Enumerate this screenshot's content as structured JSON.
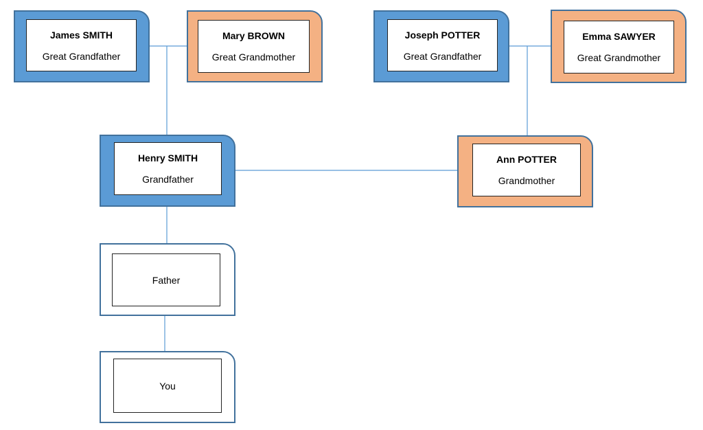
{
  "colors": {
    "male_fill": "#5b9bd5",
    "female_fill": "#f4b183",
    "border": "#41719c",
    "connector": "#5b9bd5"
  },
  "people": {
    "james_smith": {
      "name": "James SMITH",
      "role": "Great Grandfather"
    },
    "mary_brown": {
      "name": "Mary BROWN",
      "role": "Great Grandmother"
    },
    "joseph_potter": {
      "name": "Joseph POTTER",
      "role": "Great Grandfather"
    },
    "emma_sawyer": {
      "name": "Emma SAWYER",
      "role": "Great Grandmother"
    },
    "henry_smith": {
      "name": "Henry SMITH",
      "role": "Grandfather"
    },
    "ann_potter": {
      "name": "Ann POTTER",
      "role": "Grandmother"
    },
    "father": {
      "role": "Father"
    },
    "you": {
      "role": "You"
    }
  }
}
